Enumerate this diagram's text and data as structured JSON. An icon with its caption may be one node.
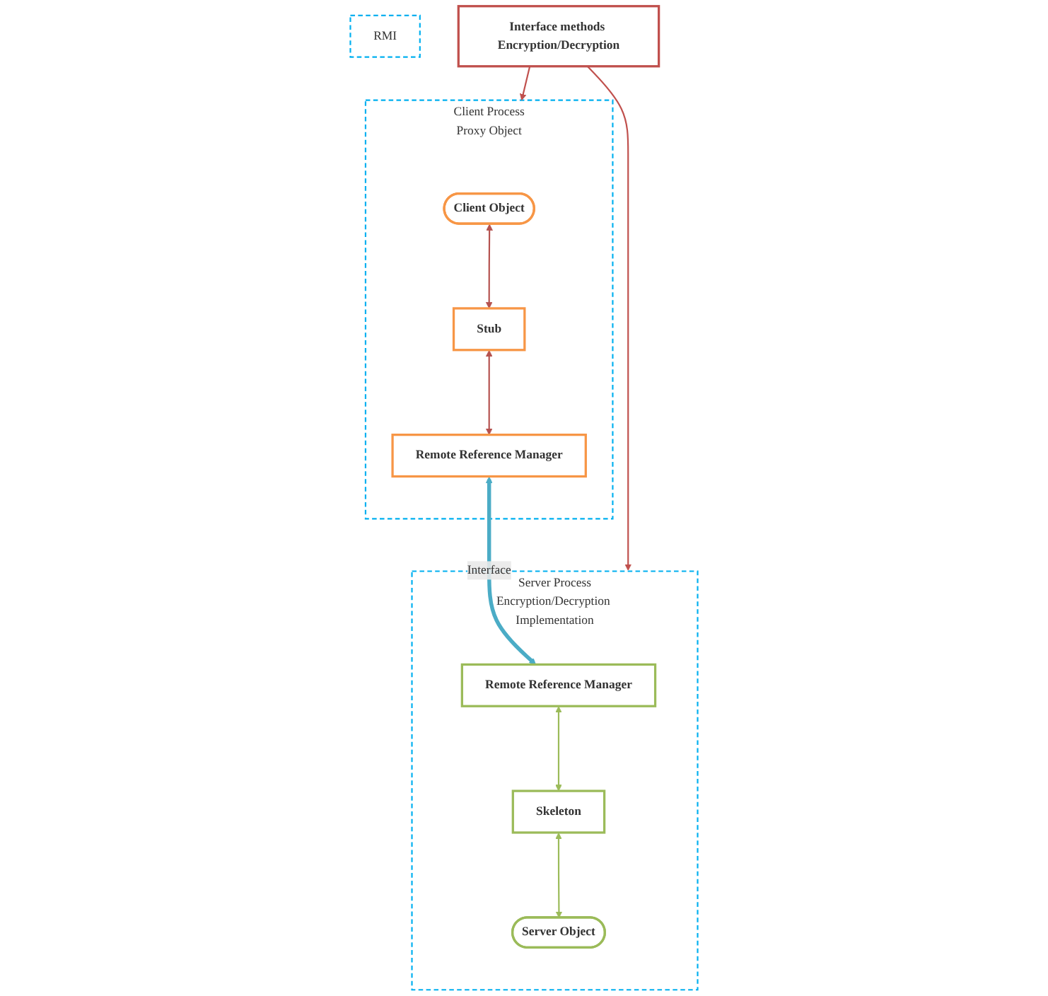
{
  "diagram": {
    "nodes": [
      {
        "text": [
          "Client Process",
          "Proxy Object"
        ]
      },
      {
        "text": [
          "Client Object"
        ],
        "in": 0
      },
      {
        "text": [
          "Stub"
        ],
        "in": 0
      },
      {
        "text": [
          "Remote Reference Manager"
        ],
        "in": 0
      },
      {
        "text": [
          "RMI"
        ]
      },
      {
        "text": [
          "Server Process",
          "Encryption/Decryption Implementation"
        ]
      },
      {
        "text": [
          "Remote Reference Manager"
        ],
        "in": 5
      },
      {
        "text": [
          "Skeleton"
        ],
        "in": 5
      },
      {
        "text": [
          "Server Object"
        ],
        "in": 5
      },
      {
        "text": [
          "Interface methods Encryption/Decryption"
        ]
      }
    ],
    "edges": [
      {
        "from": 1,
        "to": 2,
        "arrow": "both",
        "color": "#b5524f"
      },
      {
        "from": 2,
        "to": 3,
        "arrow": "both",
        "color": "#b5524f"
      },
      {
        "from": 3,
        "to": 6,
        "arrow": "both",
        "label": "Interface",
        "style": "thick",
        "color": "#4bacc6"
      },
      {
        "from": 6,
        "to": 7,
        "arrow": "both",
        "color": "#9bbb59"
      },
      {
        "from": 7,
        "to": 8,
        "arrow": "both",
        "color": "#9bbb59"
      },
      {
        "from": 9,
        "to": 0,
        "arrow": "to",
        "color": "#c0504d"
      },
      {
        "from": 9,
        "to": 5,
        "arrow": "to",
        "color": "#c0504d"
      }
    ]
  }
}
